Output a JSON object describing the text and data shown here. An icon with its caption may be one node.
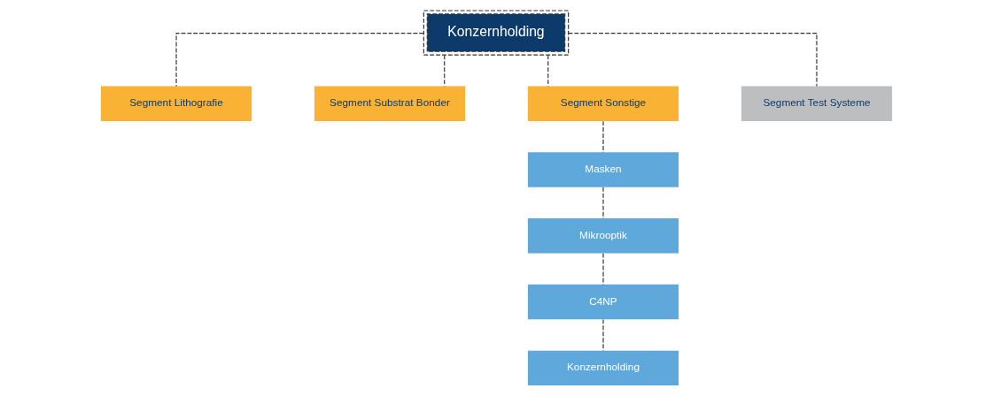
{
  "diagram": {
    "nodes": [
      {
        "text": [
          "Konzernholding"
        ]
      },
      {
        "text": [
          "Segment Lithografie"
        ]
      },
      {
        "text": [
          "Segment Substrat Bonder"
        ]
      },
      {
        "text": [
          "Segment Sonstige"
        ]
      },
      {
        "text": [
          "Segment Test Systeme"
        ]
      },
      {
        "text": [
          "Masken"
        ]
      },
      {
        "text": [
          "Mikrooptik"
        ]
      },
      {
        "text": [
          "C4NP"
        ]
      },
      {
        "text": [
          "Konzernholding"
        ]
      }
    ],
    "edges": [
      {
        "from": 0,
        "to": 1,
        "arrow": "none",
        "style": "dashed"
      },
      {
        "from": 0,
        "to": 2,
        "arrow": "none",
        "style": "dashed"
      },
      {
        "from": 0,
        "to": 3,
        "arrow": "none",
        "style": "dashed"
      },
      {
        "from": 0,
        "to": 4,
        "arrow": "none",
        "style": "dashed"
      },
      {
        "from": 3,
        "to": 5,
        "arrow": "none",
        "style": "dashed"
      },
      {
        "from": 5,
        "to": 6,
        "arrow": "none",
        "style": "dashed"
      },
      {
        "from": 6,
        "to": 7,
        "arrow": "none",
        "style": "dashed"
      },
      {
        "from": 7,
        "to": 8,
        "arrow": "none",
        "style": "dashed"
      }
    ]
  }
}
